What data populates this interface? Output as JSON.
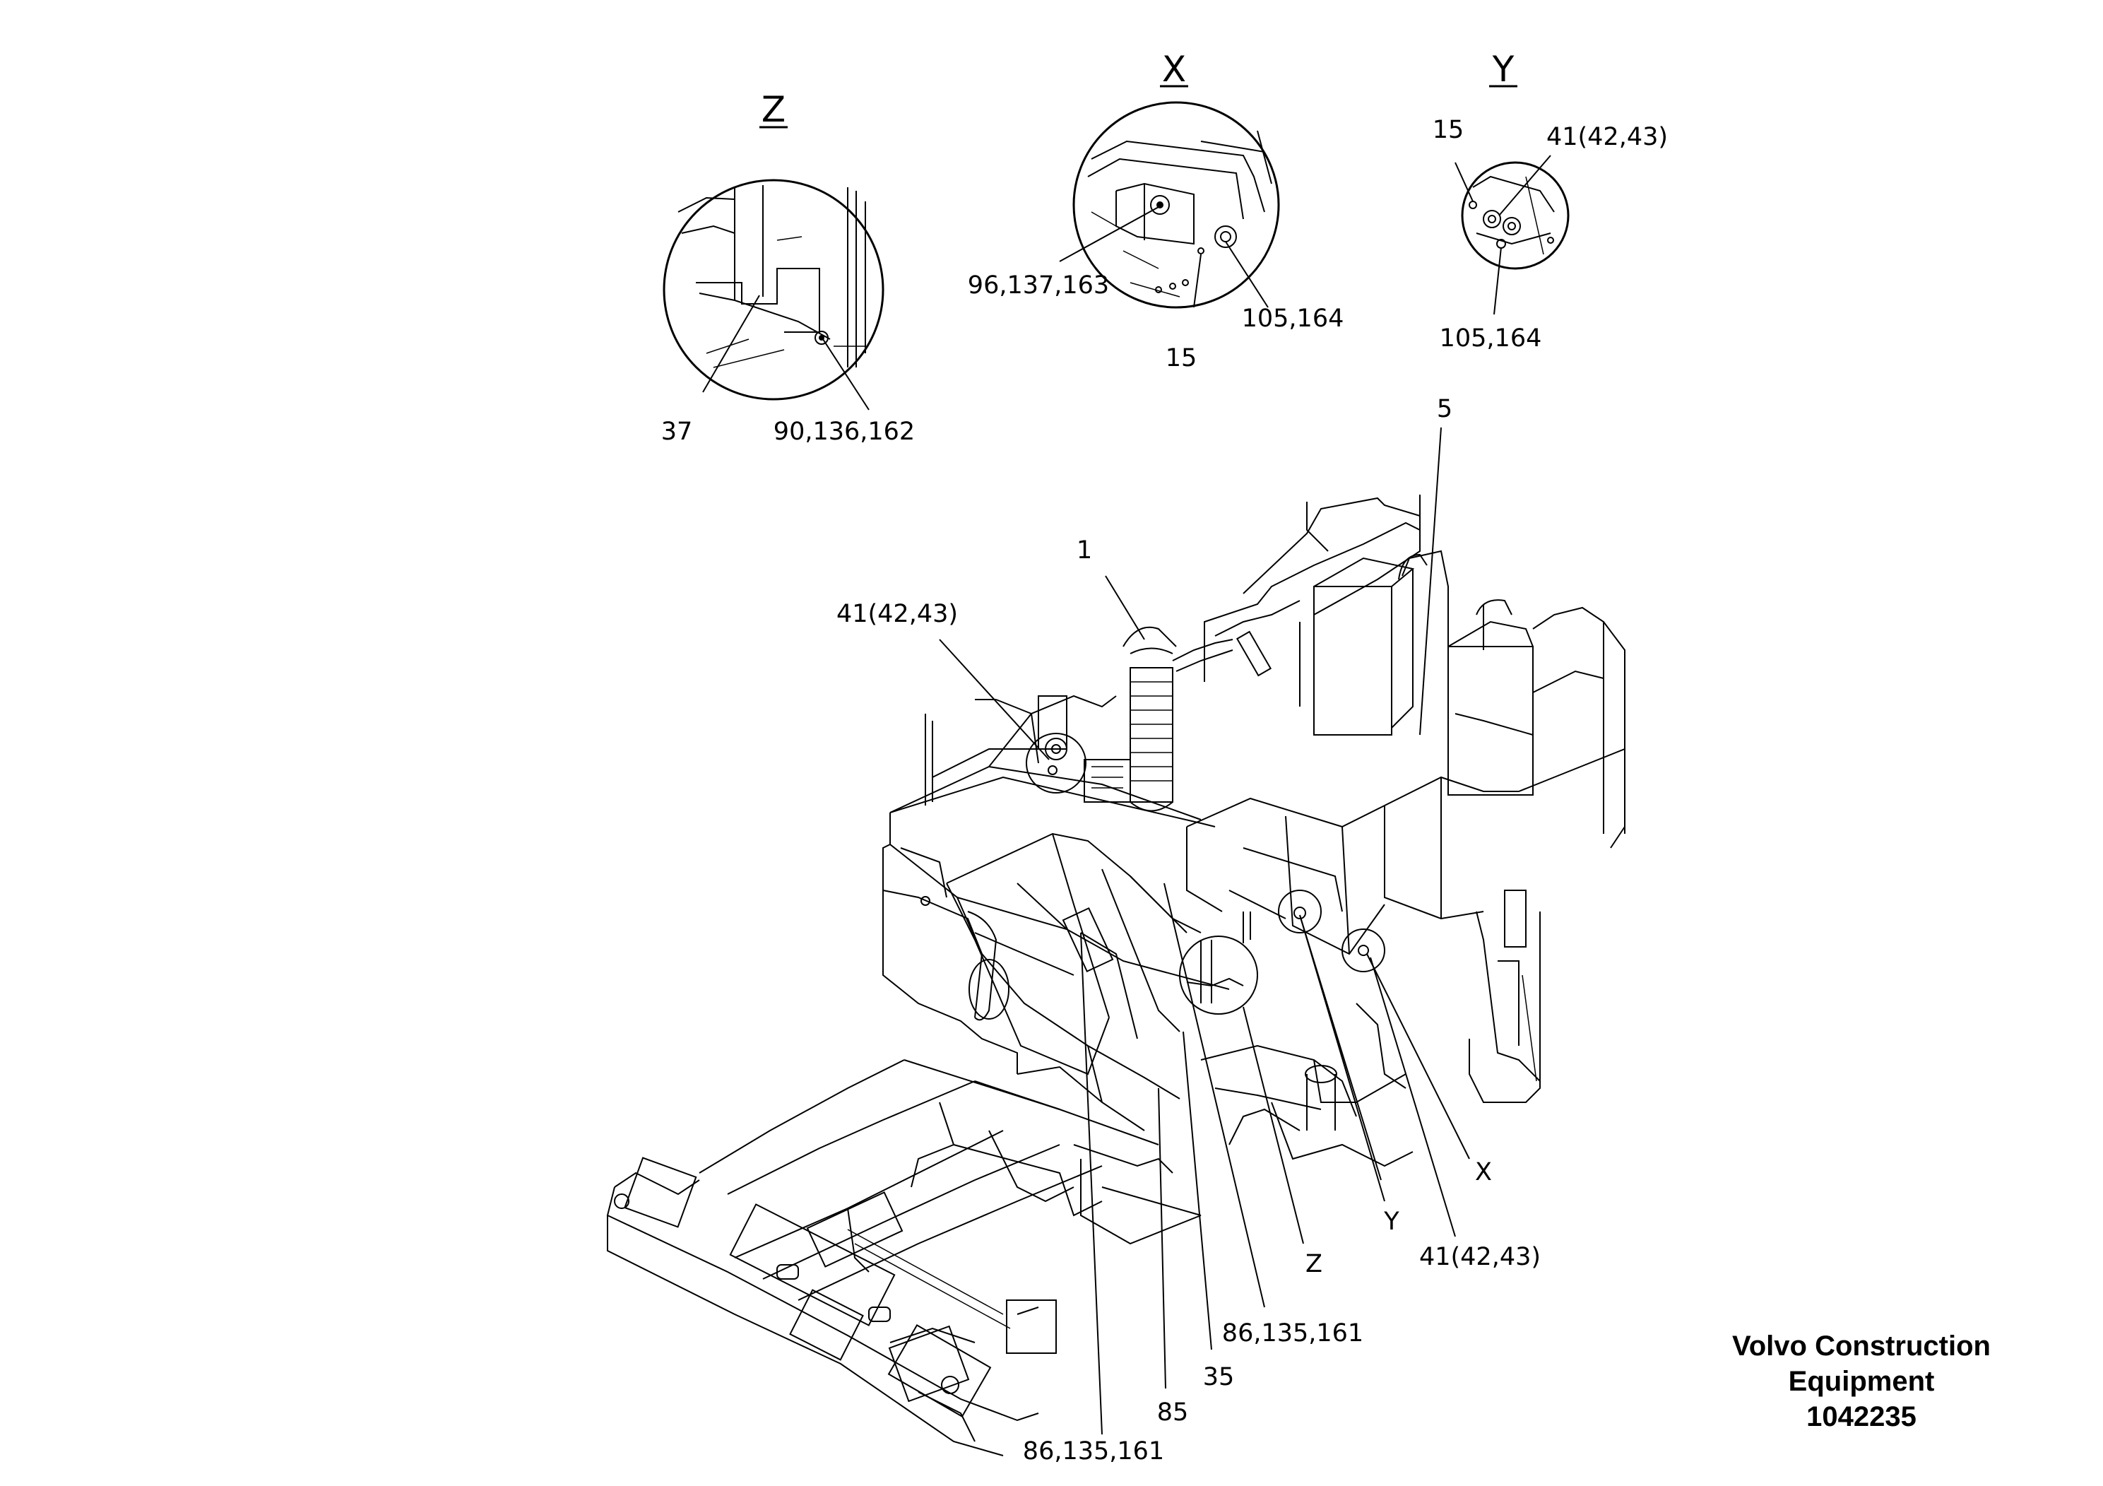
{
  "detail_views": {
    "z": {
      "letter": "Z",
      "callouts": [
        "37",
        "90,136,162"
      ]
    },
    "x": {
      "letter": "X",
      "callouts": [
        "96,137,163",
        "105,164",
        "15"
      ]
    },
    "y": {
      "letter": "Y",
      "callouts": [
        "15",
        "41(42,43)",
        "105,164"
      ]
    }
  },
  "main_view": {
    "callouts": {
      "part_1": "1",
      "part_5": "5",
      "part_41_upper": "41(42,43)",
      "part_41_lower": "41(42,43)",
      "view_x_ref": "X",
      "view_y_ref": "Y",
      "view_z_ref": "Z",
      "part_86_a": "86,135,161",
      "part_86_b": "86,135,161",
      "part_35": "35",
      "part_85": "85"
    }
  },
  "brand": {
    "line1": "Volvo Construction",
    "line2": "Equipment",
    "doc_number": "1042235"
  }
}
